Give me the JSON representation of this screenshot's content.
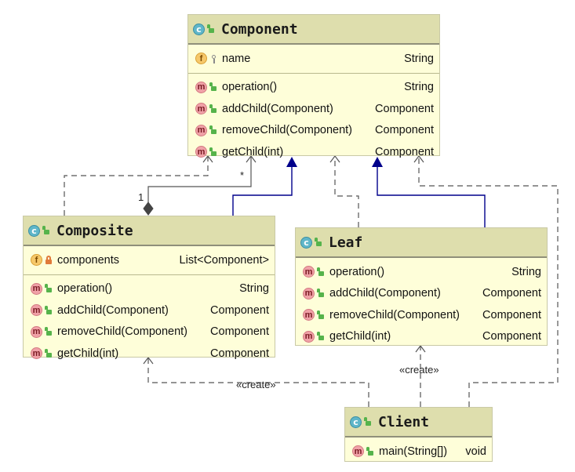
{
  "classes": {
    "component": {
      "name": "Component",
      "fields": [
        {
          "name": "name",
          "type": "String",
          "visibility": "package"
        }
      ],
      "methods": [
        {
          "name": "operation()",
          "type": "String"
        },
        {
          "name": "addChild(Component)",
          "type": "Component"
        },
        {
          "name": "removeChild(Component)",
          "type": "Component"
        },
        {
          "name": "getChild(int)",
          "type": "Component"
        }
      ]
    },
    "composite": {
      "name": "Composite",
      "fields": [
        {
          "name": "components",
          "type": "List<Component>",
          "visibility": "private"
        }
      ],
      "methods": [
        {
          "name": "operation()",
          "type": "String"
        },
        {
          "name": "addChild(Component)",
          "type": "Component"
        },
        {
          "name": "removeChild(Component)",
          "type": "Component"
        },
        {
          "name": "getChild(int)",
          "type": "Component"
        }
      ]
    },
    "leaf": {
      "name": "Leaf",
      "methods": [
        {
          "name": "operation()",
          "type": "String"
        },
        {
          "name": "addChild(Component)",
          "type": "Component"
        },
        {
          "name": "removeChild(Component)",
          "type": "Component"
        },
        {
          "name": "getChild(int)",
          "type": "Component"
        }
      ]
    },
    "client": {
      "name": "Client",
      "methods": [
        {
          "name": "main(String[])",
          "type": "void"
        }
      ]
    }
  },
  "icons": {
    "class": "c",
    "field": "f",
    "method": "m"
  },
  "labels": {
    "multiplicity_one": "1",
    "multiplicity_many": "*",
    "create_composite": "«create»",
    "create_leaf": "«create»"
  },
  "colors": {
    "class_body": "#fefed9",
    "class_header": "#dedead",
    "inheritance": "#00008b",
    "dependency": "#555555"
  }
}
